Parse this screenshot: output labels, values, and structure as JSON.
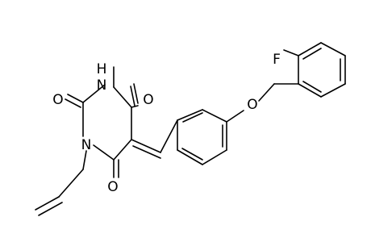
{
  "molecule": {
    "atom_labels": {
      "o_top": "O",
      "nh": "H\nN",
      "o_left": "O",
      "n1": "N",
      "o_bottom": "O",
      "o_ether": "O",
      "f": "F"
    },
    "colors": {
      "bond": "#000000",
      "label": "#000000",
      "background": "#ffffff"
    }
  }
}
